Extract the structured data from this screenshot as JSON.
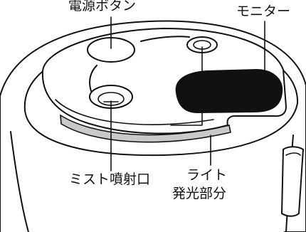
{
  "labels": {
    "power_button": "電源ボタン",
    "monitor": "モニター",
    "mist_outlet": "ミスト噴射口",
    "light_line1": "ライト",
    "light_line2": "発光部分"
  },
  "colors": {
    "monitor_fill": "#111111",
    "light_band": "#c9c9c9",
    "line": "#111111",
    "background": "#ffffff"
  }
}
